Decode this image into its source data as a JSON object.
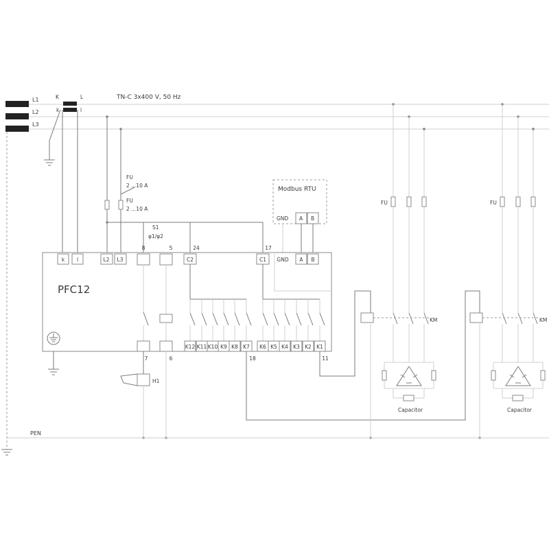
{
  "network": "TN-C 3x400 V, 50 Hz",
  "lines": {
    "l1": "L1",
    "l2": "L2",
    "l3": "L3",
    "pen": "PEN"
  },
  "ct": {
    "k_upper": "K",
    "l_upper": "L",
    "k_lower": "k",
    "l_lower": "l"
  },
  "fuses": {
    "fu_label": "FU",
    "fu1_rating": "2 ...10 A",
    "fu2_rating": "2 ...10 A",
    "fu_bank1": "FU",
    "fu_bank2": "FU"
  },
  "switch": {
    "name": "S1",
    "function": "φ1/φ2"
  },
  "modbus": {
    "title": "Modbus RTU",
    "gnd": "GND",
    "a": "A",
    "b": "B"
  },
  "controller": {
    "name": "PFC12",
    "top_pins": [
      "8",
      "5",
      "24",
      "17"
    ],
    "top_terminals": [
      "k",
      "l",
      "L2",
      "L3",
      "C2",
      "C1",
      "GND",
      "A",
      "B"
    ],
    "relays": [
      "K12",
      "K11",
      "K10",
      "K9",
      "K8",
      "K7",
      "K6",
      "K5",
      "K4",
      "K3",
      "K2",
      "K1"
    ],
    "bottom_pins": [
      "7",
      "6",
      "18",
      "11"
    ]
  },
  "alarm": {
    "name": "H1"
  },
  "banks": [
    {
      "contactor": "KM",
      "label": "Capacitor"
    },
    {
      "contactor": "KM",
      "label": "Capacitor"
    }
  ]
}
